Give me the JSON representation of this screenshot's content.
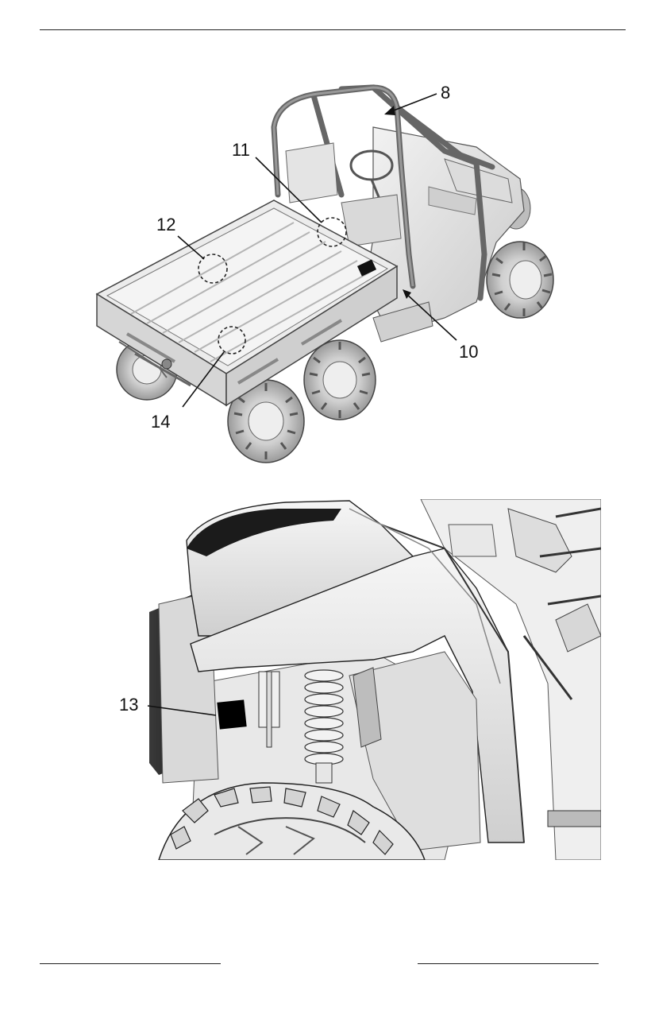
{
  "figure1": {
    "callouts": [
      "8",
      "11",
      "12",
      "10",
      "14"
    ]
  },
  "figure2": {
    "callouts": [
      "13"
    ]
  }
}
